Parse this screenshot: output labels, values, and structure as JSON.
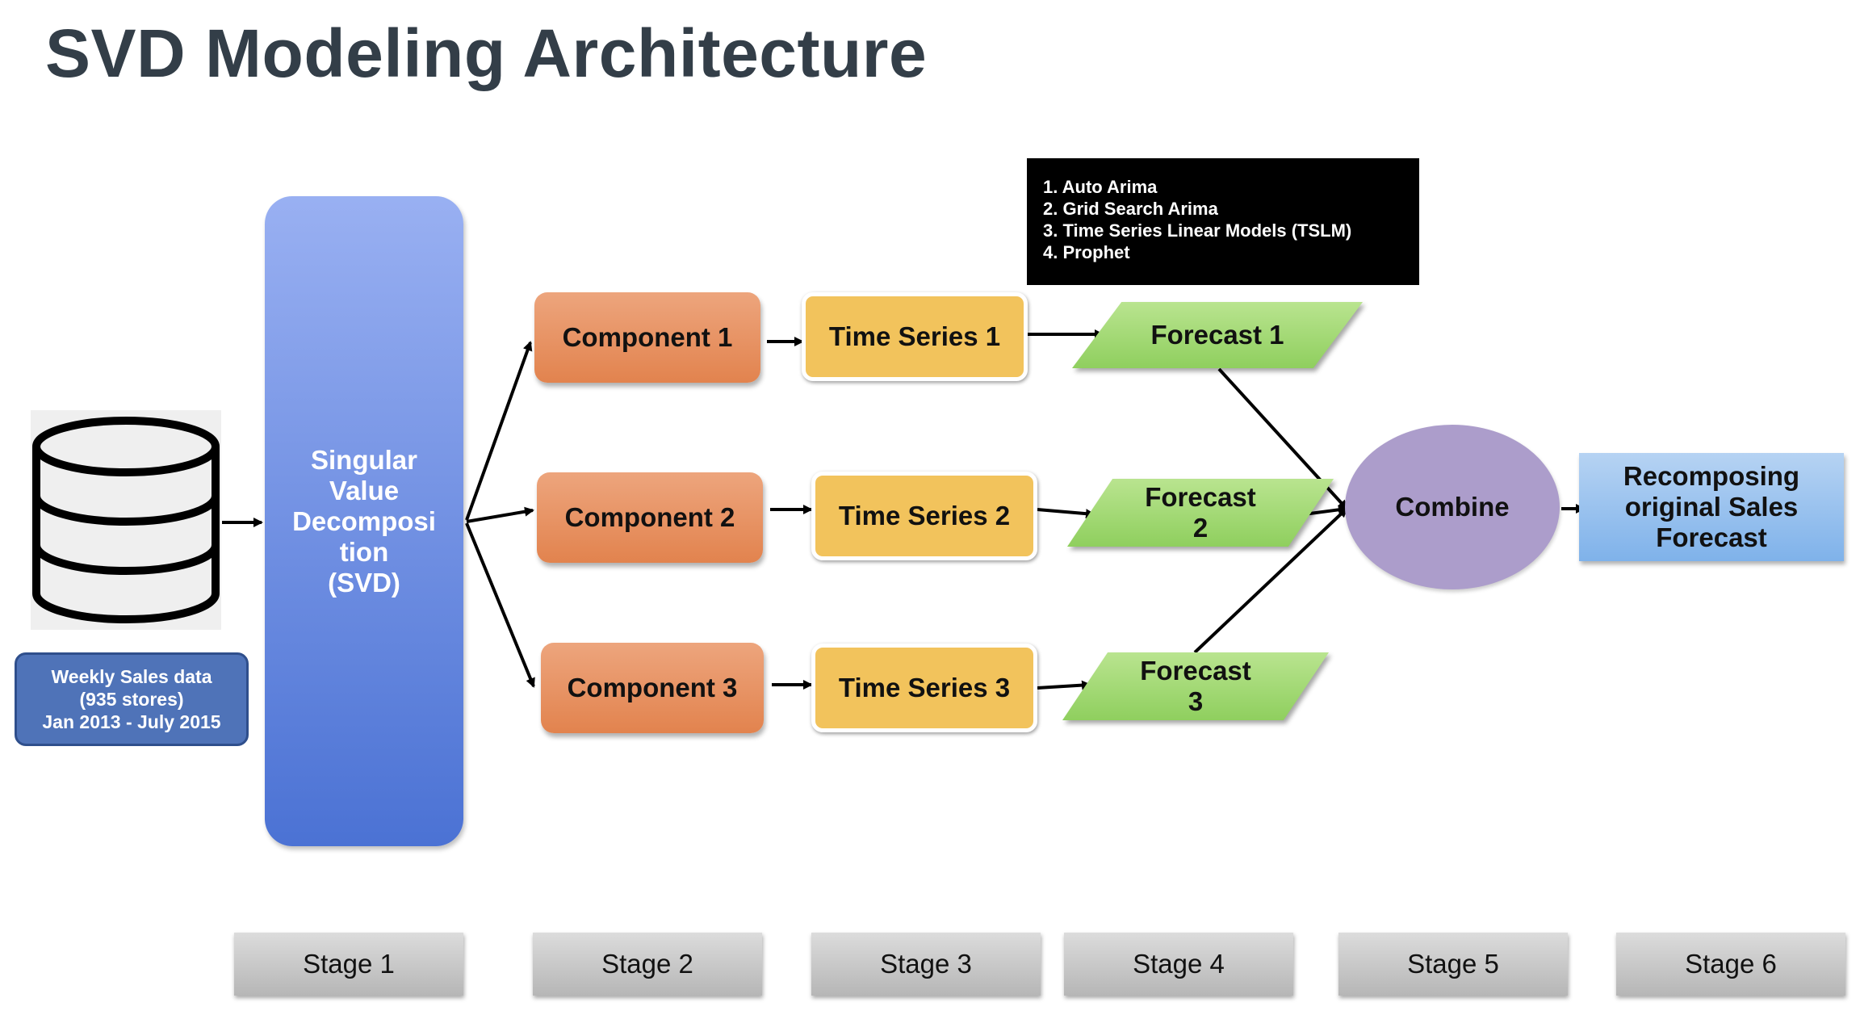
{
  "title": "SVD Modeling Architecture",
  "input": {
    "icon": "database-icon",
    "label_lines": [
      "Weekly Sales data",
      "(935 stores)",
      "Jan 2013 - July 2015"
    ]
  },
  "svd": {
    "label_lines": [
      "Singular",
      "Value",
      "Decomposi",
      "tion",
      "(SVD)"
    ]
  },
  "components": [
    "Component 1",
    "Component 2",
    "Component 3"
  ],
  "time_series": [
    "Time Series 1",
    "Time Series 2",
    "Time Series 3"
  ],
  "forecasts": [
    {
      "lines": [
        "Forecast 1"
      ]
    },
    {
      "lines": [
        "Forecast",
        "2"
      ]
    },
    {
      "lines": [
        "Forecast",
        "3"
      ]
    }
  ],
  "models": [
    "1. Auto Arima",
    "2. Grid Search Arima",
    "3. Time Series Linear Models   (TSLM)",
    "4. Prophet"
  ],
  "combine": "Combine",
  "output": {
    "label_lines": [
      "Recomposing",
      "original Sales",
      "Forecast"
    ]
  },
  "stages": [
    "Stage 1",
    "Stage 2",
    "Stage 3",
    "Stage 4",
    "Stage 5",
    "Stage 6"
  ],
  "colors": {
    "title": "#333e48",
    "svd_top": "#99b0f2",
    "svd_bottom": "#4b72d4",
    "component": "#e6905f",
    "time_series": "#f2c35c",
    "forecast": "#a6da76",
    "combine": "#ac9dcb",
    "output": "#9cc3ef",
    "input_label": "#4f73b8",
    "models_box": "#000000",
    "stage": "#c8c8c8"
  }
}
